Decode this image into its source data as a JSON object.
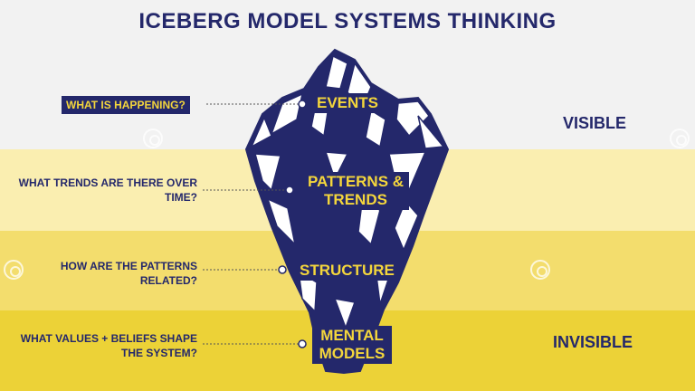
{
  "title": "ICEBERG MODEL SYSTEMS THINKING",
  "levels": [
    {
      "question": "WHAT IS HAPPENING?",
      "label": "EVENTS"
    },
    {
      "question": "WHAT TRENDS ARE THERE OVER TIME?",
      "label": "PATTERNS & TRENDS"
    },
    {
      "question": "HOW ARE THE PATTERNS RELATED?",
      "label": "STRUCTURE"
    },
    {
      "question": "WHAT VALUES + BELIEFS SHAPE THE SYSTEM?",
      "label": "MENTAL MODELS"
    }
  ],
  "visible_label": "VISIBLE",
  "invisible_label": "INVISIBLE",
  "colors": {
    "navy": "#24286b",
    "yellow": "#f4d63c"
  }
}
